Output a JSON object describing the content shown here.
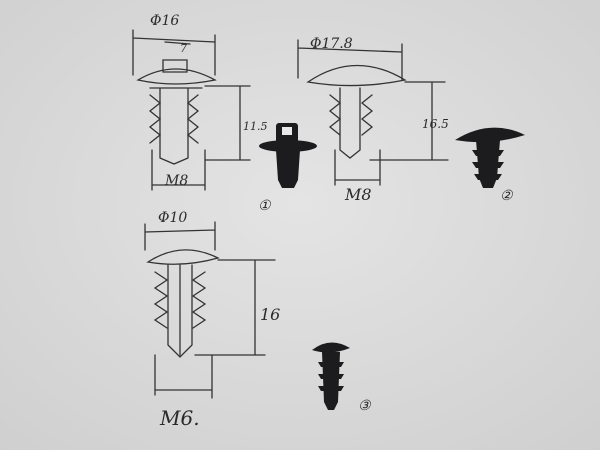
{
  "photo": {
    "background_color": "#dcdcdc",
    "clip_color": "#1c1c1e"
  },
  "sketch_1": {
    "diameter": "Φ16",
    "head_slot": "7",
    "height": "11.5",
    "thread": "M8",
    "number": "①"
  },
  "sketch_2": {
    "diameter": "Φ17.8",
    "height": "16.5",
    "thread": "M8",
    "number": "②"
  },
  "sketch_3": {
    "diameter": "Φ10",
    "height": "16",
    "thread": "M6.",
    "number": "③"
  }
}
